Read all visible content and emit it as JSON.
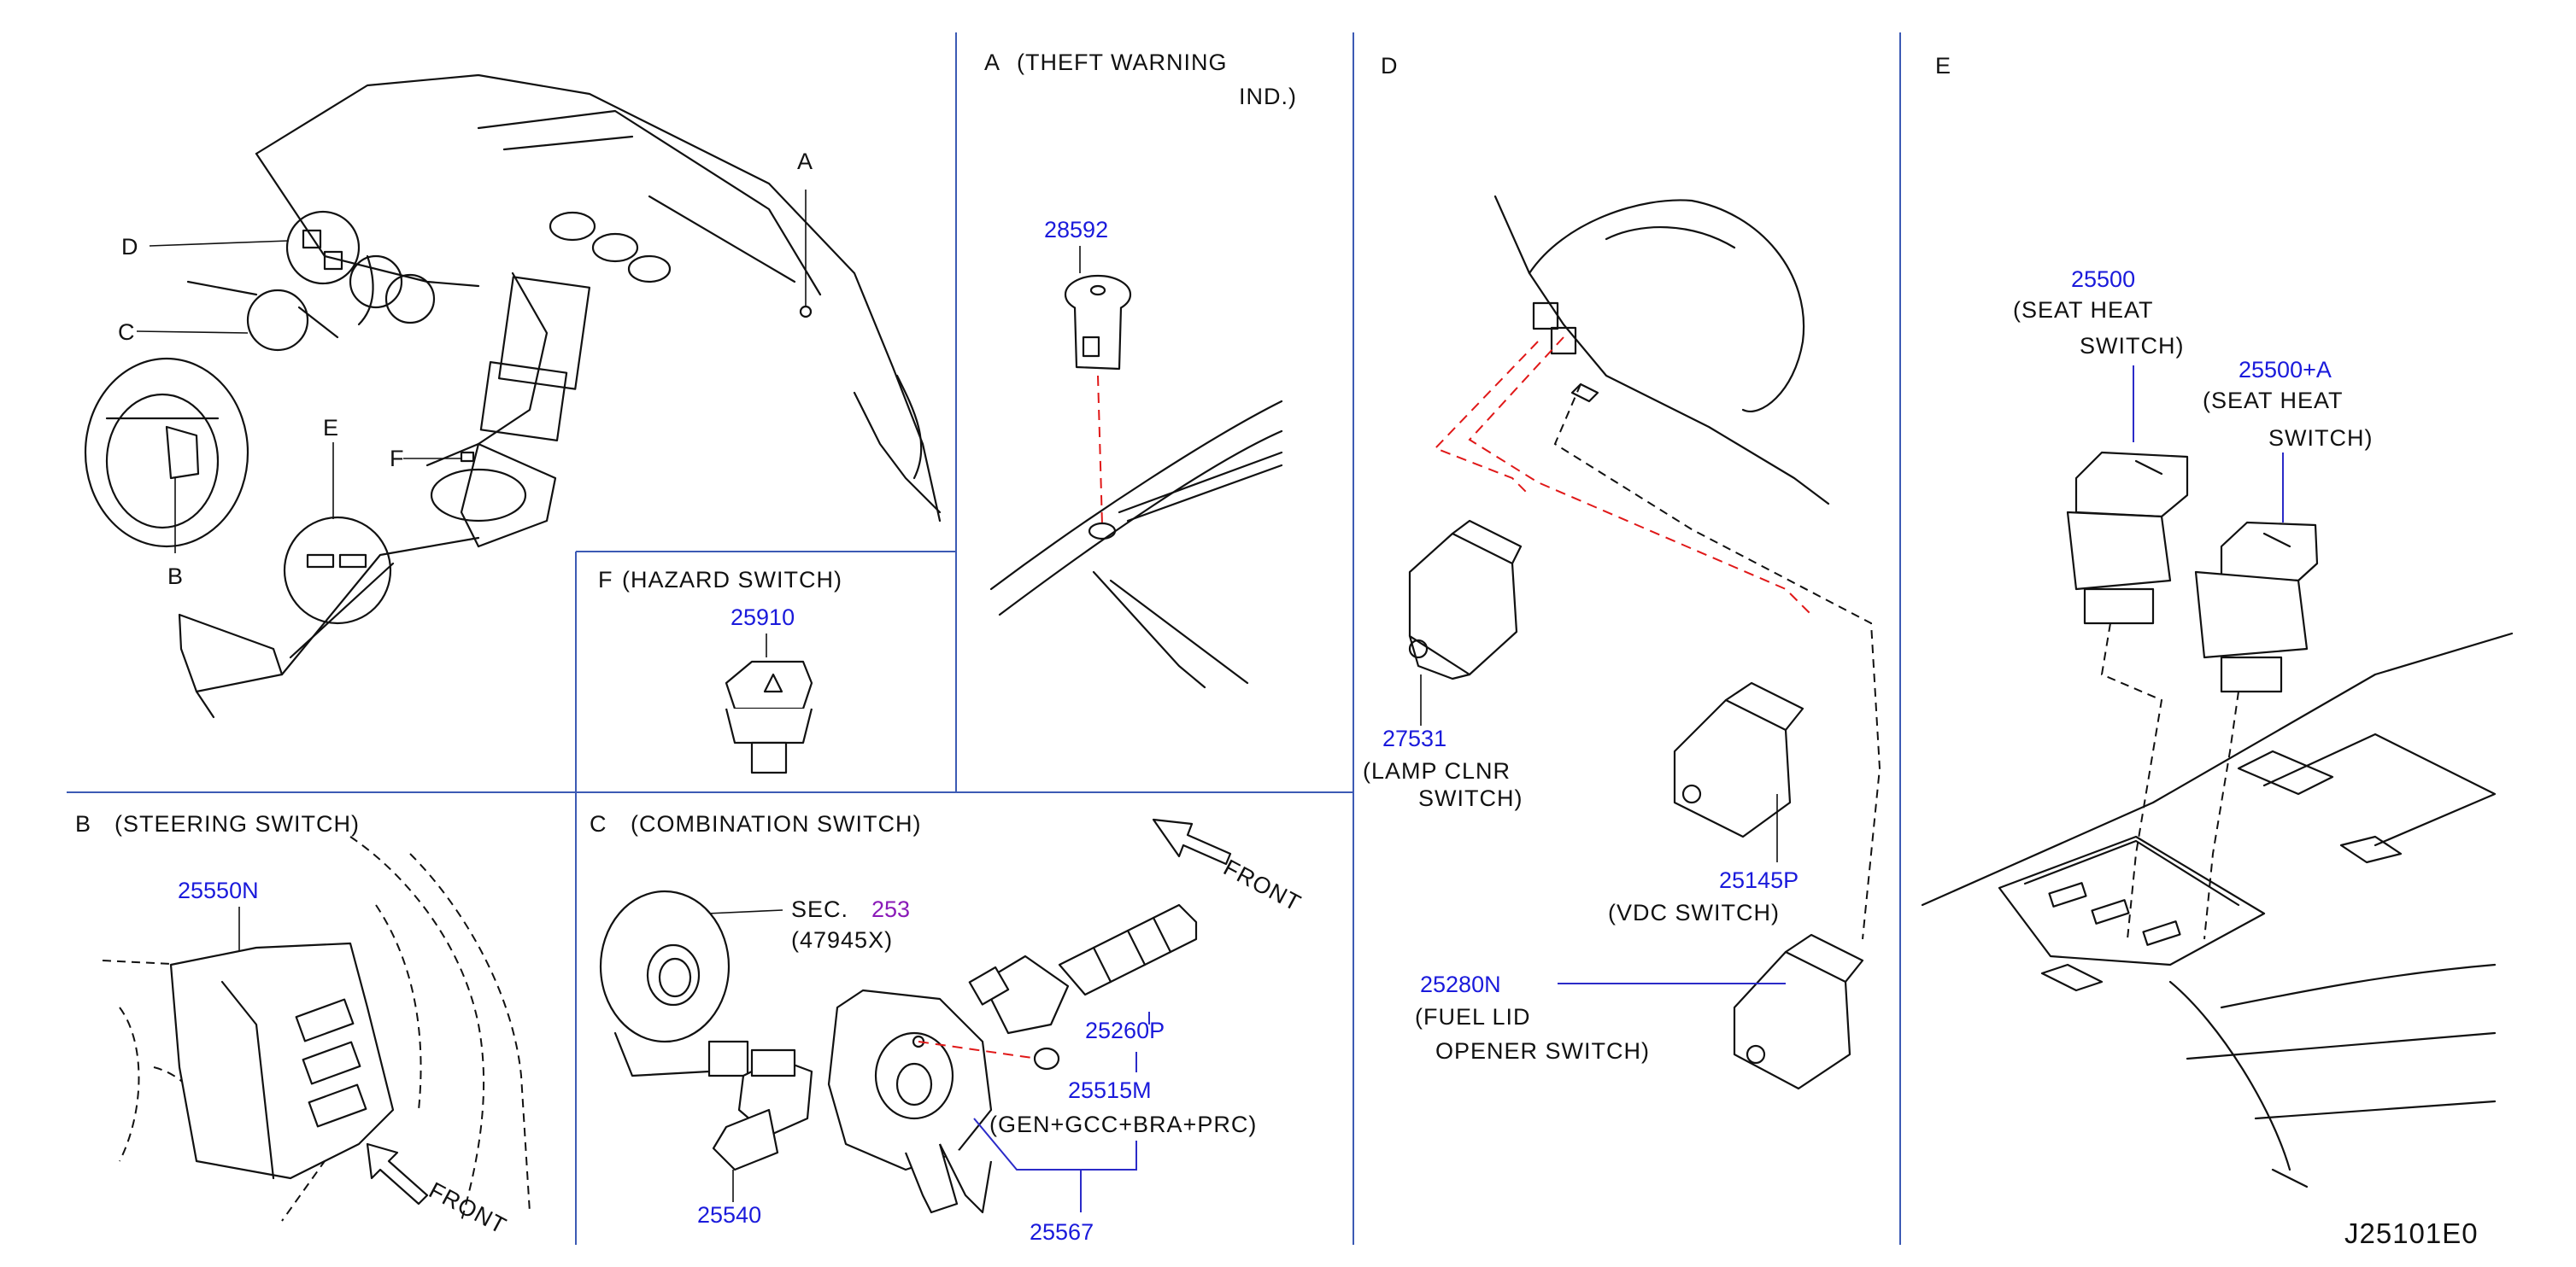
{
  "diagram_code": "J25101E0",
  "overview": {
    "callouts": [
      "A",
      "B",
      "C",
      "D",
      "E",
      "F"
    ]
  },
  "panels": {
    "A": {
      "letter": "A",
      "title_line1": "(THEFT   WARNING",
      "title_line2": "IND.)",
      "parts": [
        {
          "number": "28592"
        }
      ]
    },
    "B": {
      "letter": "B",
      "title": "(STEERING   SWITCH)",
      "parts": [
        {
          "number": "25550N"
        }
      ],
      "front_label": "FRONT"
    },
    "C": {
      "letter": "C",
      "title": "(COMBINATION   SWITCH)",
      "sec_label": "SEC.",
      "sec_number": "253",
      "sec_sub": "(47945X)",
      "front_label": "FRONT",
      "parts": [
        {
          "number": "25260P"
        },
        {
          "number": "25515M",
          "note": "(GEN+GCC+BRA+PRC)"
        },
        {
          "number": "25540"
        },
        {
          "number": "25567"
        }
      ]
    },
    "D": {
      "letter": "D",
      "parts": [
        {
          "number": "27531",
          "name_line1": "(LAMP   CLNR",
          "name_line2": "SWITCH)"
        },
        {
          "number": "25145P",
          "name_line1": "(VDC   SWITCH)"
        },
        {
          "number": "25280N",
          "name_line1": "(FUEL   LID",
          "name_line2": "OPENER   SWITCH)"
        }
      ]
    },
    "E": {
      "letter": "E",
      "parts": [
        {
          "number": "25500",
          "name_line1": "(SEAT   HEAT",
          "name_line2": "SWITCH)"
        },
        {
          "number": "25500+A",
          "name_line1": "(SEAT   HEAT",
          "name_line2": "SWITCH)"
        }
      ]
    },
    "F": {
      "letter": "F",
      "title": "(HAZARD   SWITCH)",
      "parts": [
        {
          "number": "25910"
        }
      ]
    }
  },
  "colors": {
    "part_number": "#1a1adb",
    "section_ref": "#8a1ab8",
    "divider": "#3c5ab4",
    "connection_line": "#e01818",
    "line_art": "#111111"
  }
}
